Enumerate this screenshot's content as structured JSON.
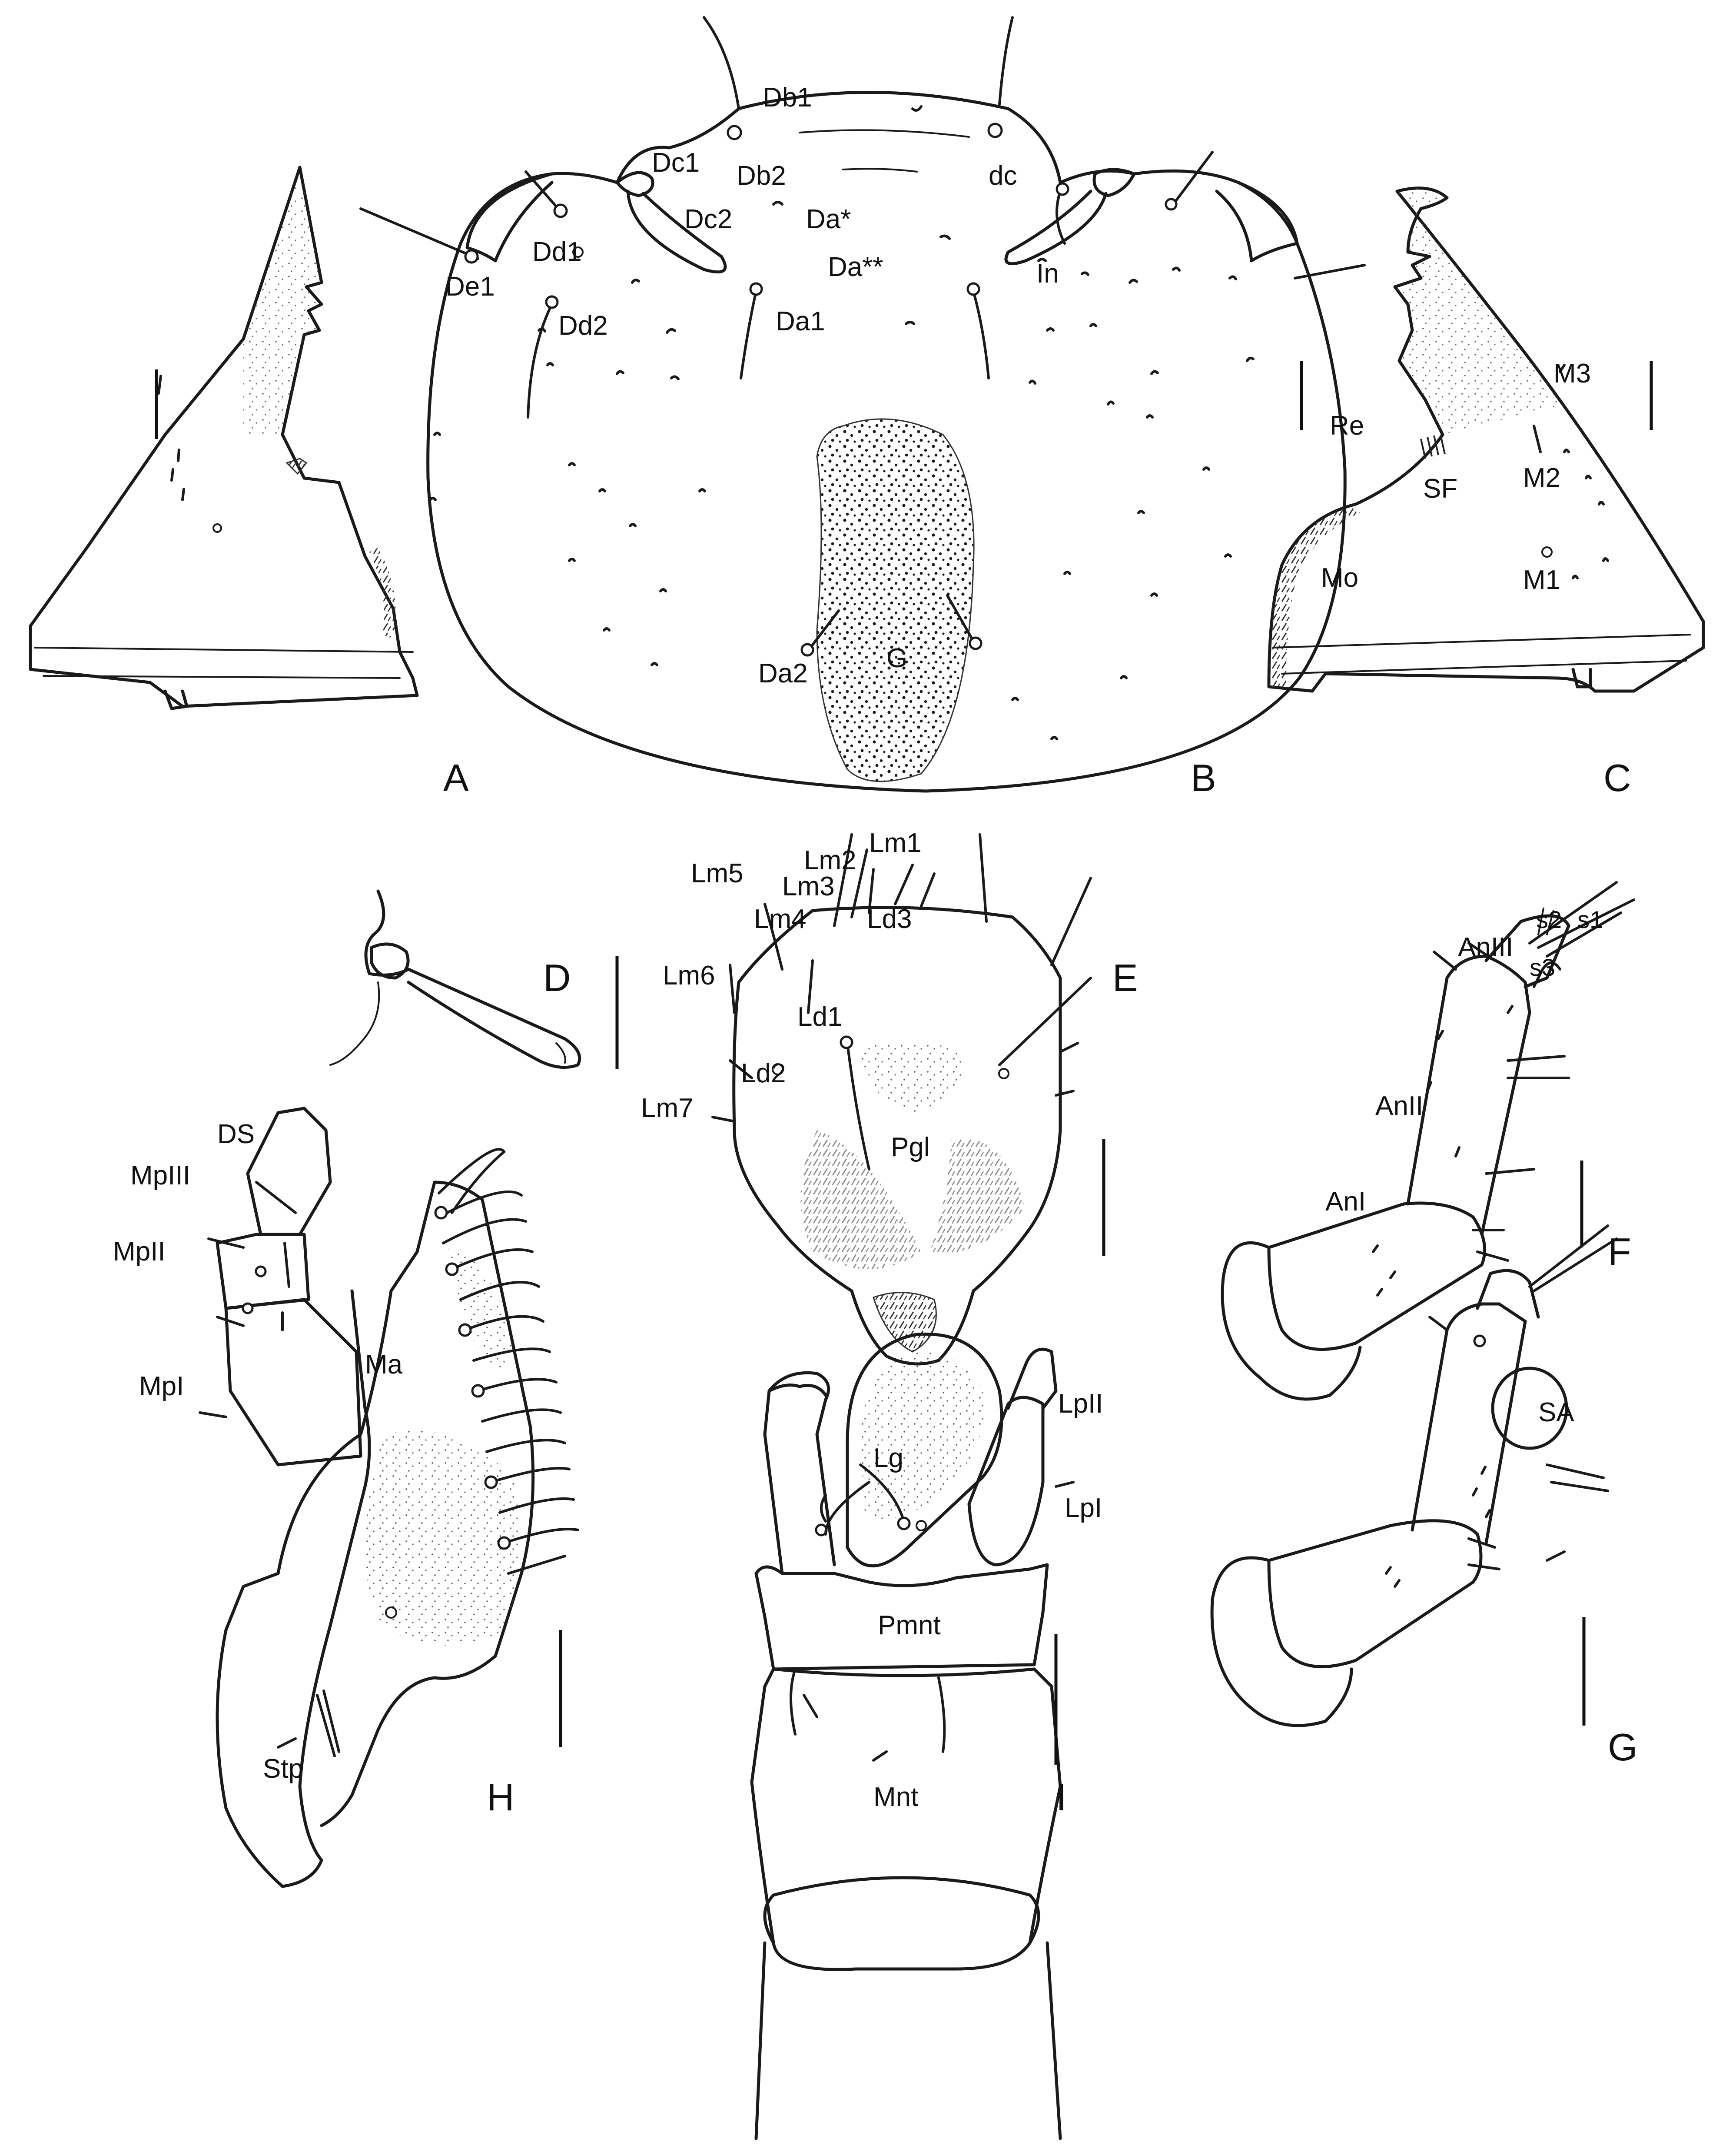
{
  "panel_letters": [
    "A",
    "B",
    "C",
    "D",
    "E",
    "F",
    "G",
    "H",
    "I"
  ],
  "labels": {
    "B": [
      "Db1",
      "Dc1",
      "Db2",
      "dc",
      "Dc2",
      "Da*",
      "Dd1",
      "Da**",
      "De1",
      "In",
      "Dd2",
      "Da1",
      "Da2",
      "G"
    ],
    "C": [
      "M3",
      "Re",
      "SF",
      "M2",
      "Mo",
      "M1"
    ],
    "E": [
      "Lm2",
      "Lm1",
      "Lm5",
      "Lm3",
      "Lm4",
      "Ld3",
      "Lm6",
      "Ld1",
      "Ld2",
      "Lm7",
      "Pgl"
    ],
    "F": [
      "s2",
      "s1",
      "AnIII",
      "s3",
      "AnII",
      "AnI"
    ],
    "G": [
      "SA"
    ],
    "H": [
      "DS",
      "MpIII",
      "MpII",
      "Ma",
      "MpI",
      "Stp"
    ],
    "I": [
      "LpII",
      "Lg",
      "LpI",
      "Pmnt",
      "Mnt"
    ]
  }
}
